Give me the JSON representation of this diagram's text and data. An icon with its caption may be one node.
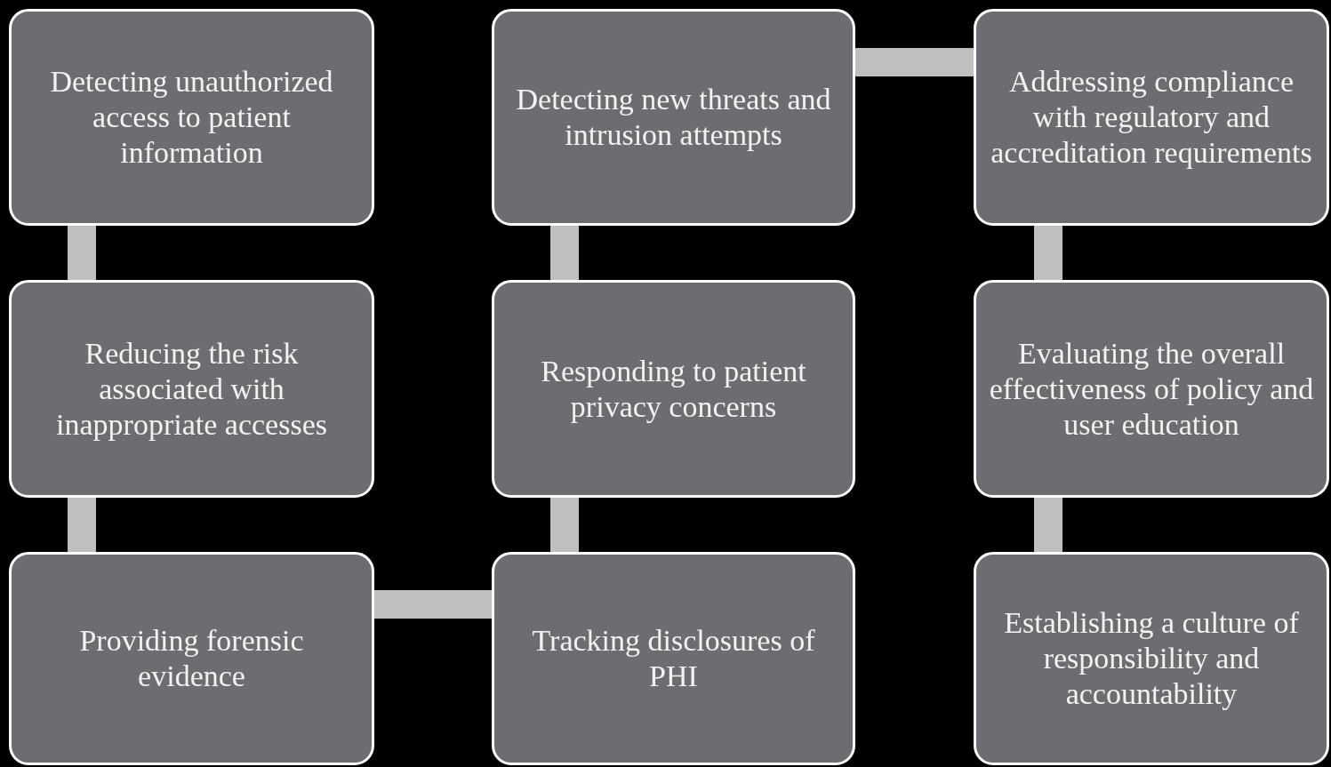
{
  "diagram": {
    "nodes": [
      {
        "text": [
          "Detecting unauthorized access to patient information"
        ]
      },
      {
        "text": [
          "Reducing the risk associated with inappropriate accesses"
        ]
      },
      {
        "text": [
          "Providing forensic evidence"
        ]
      },
      {
        "text": [
          "Tracking disclosures of PHI"
        ]
      },
      {
        "text": [
          "Responding to patient privacy concerns"
        ]
      },
      {
        "text": [
          "Detecting new threats and intrusion attempts"
        ]
      },
      {
        "text": [
          "Addressing compliance with regulatory and accreditation requirements"
        ]
      },
      {
        "text": [
          "Evaluating the overall effectiveness of policy and user education"
        ]
      },
      {
        "text": [
          "Establishing a culture of responsibility and accountability"
        ]
      }
    ],
    "edges": [
      {
        "from": 0,
        "to": 1,
        "arrow": "none"
      },
      {
        "from": 1,
        "to": 2,
        "arrow": "none"
      },
      {
        "from": 2,
        "to": 3,
        "arrow": "none"
      },
      {
        "from": 3,
        "to": 4,
        "arrow": "none"
      },
      {
        "from": 4,
        "to": 5,
        "arrow": "none"
      },
      {
        "from": 5,
        "to": 6,
        "arrow": "none"
      },
      {
        "from": 6,
        "to": 7,
        "arrow": "none"
      },
      {
        "from": 7,
        "to": 8,
        "arrow": "none"
      }
    ]
  }
}
